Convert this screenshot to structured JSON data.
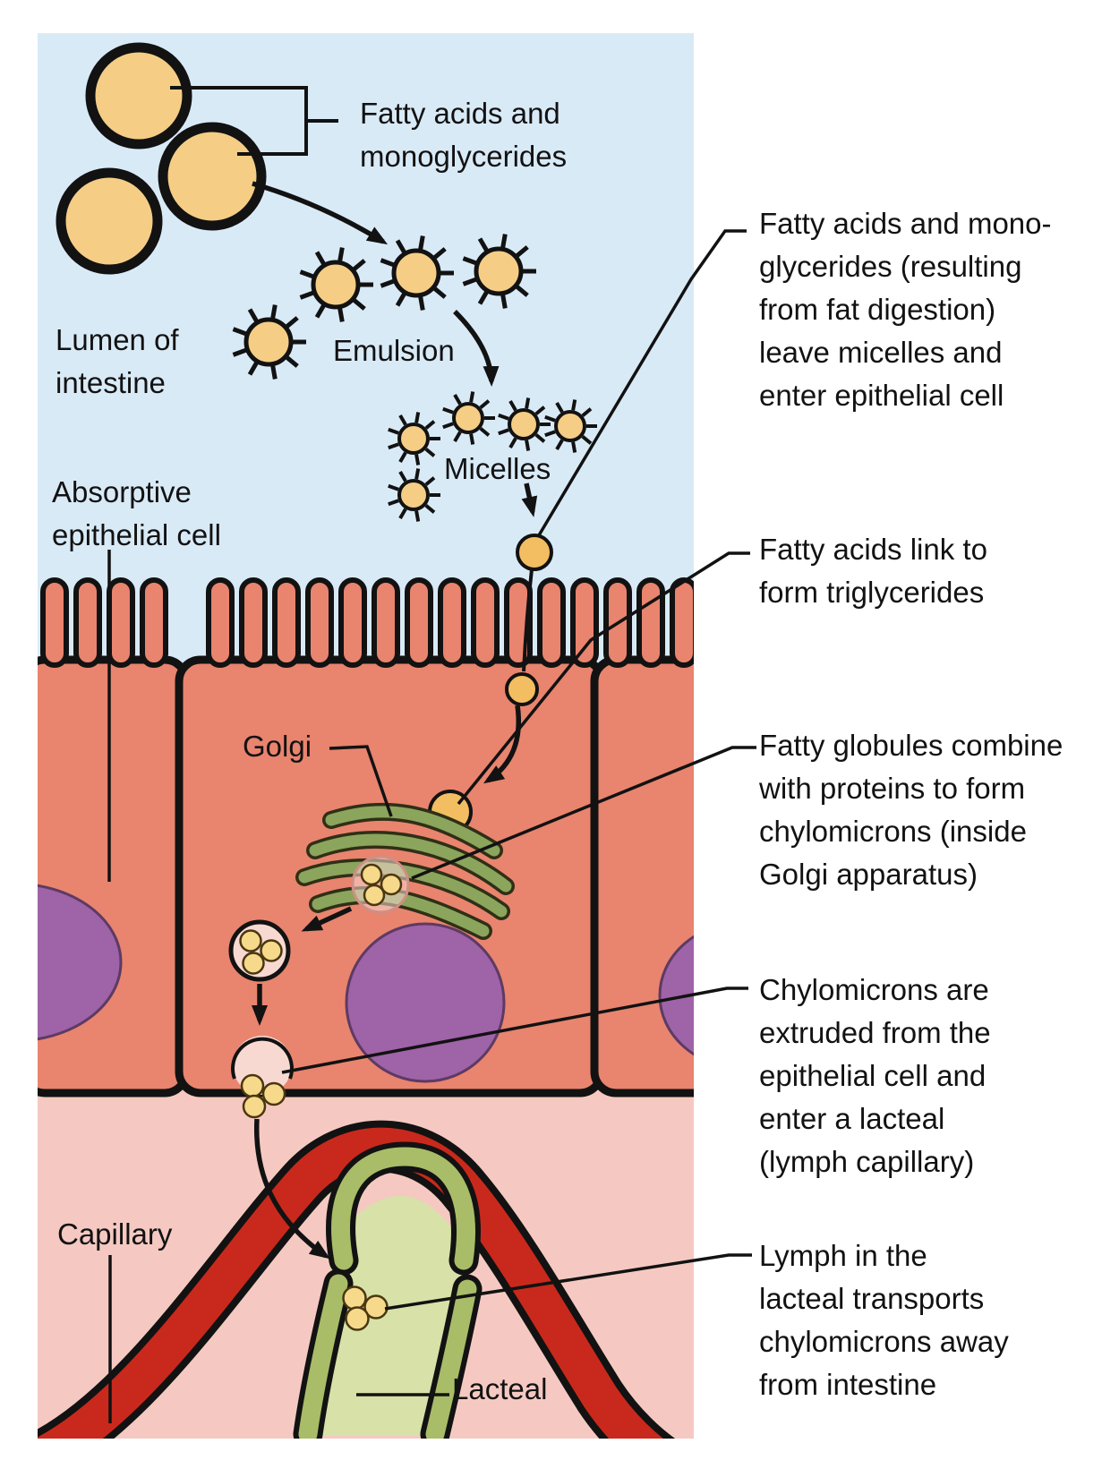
{
  "figure": {
    "title": "Lipid absorption diagram",
    "labels": {
      "fatty_acids_top": "Fatty acids and\nmonoglycerides",
      "lumen": "Lumen of\nintestine",
      "emulsion": "Emulsion",
      "micelles": "Micelles",
      "absorptive": "Absorptive\nepithelial cell",
      "golgi": "Golgi",
      "capillary": "Capillary",
      "lacteal": "Lacteal"
    },
    "annotations": [
      {
        "text": "Fatty acids and mono-\nglycerides (resulting\nfrom fat digestion)\nleave micelles and\nenter epithelial cell"
      },
      {
        "text": "Fatty acids link to\nform triglycerides"
      },
      {
        "text": "Fatty globules combine\nwith proteins to form\nchylomicrons (inside\nGolgi apparatus)"
      },
      {
        "text": "Chylomicrons are\nextruded from the\nepithelial cell and\nenter a lacteal\n(lymph capillary)"
      },
      {
        "text": "Lymph in the\nlacteal transports\nchylomicrons away\nfrom intestine"
      }
    ],
    "colors": {
      "lumen_blue": "#d9eaf7",
      "cell_salmon": "#e9846e",
      "droplet_tan": "#f5cd85",
      "fatty_acid_orange": "#f3bd62",
      "nucleus_purple": "#9f63a7",
      "golgi_green": "#8ba55c",
      "vesicle_pink": "#f8d9d2",
      "chylomicron_yellow": "#f6d98a",
      "interstitial_pink": "#f5c9c2",
      "capillary_red": "#c9291c",
      "lacteal_wall": "#a9bc68",
      "lacteal_lumen": "#d7e1a8"
    }
  }
}
